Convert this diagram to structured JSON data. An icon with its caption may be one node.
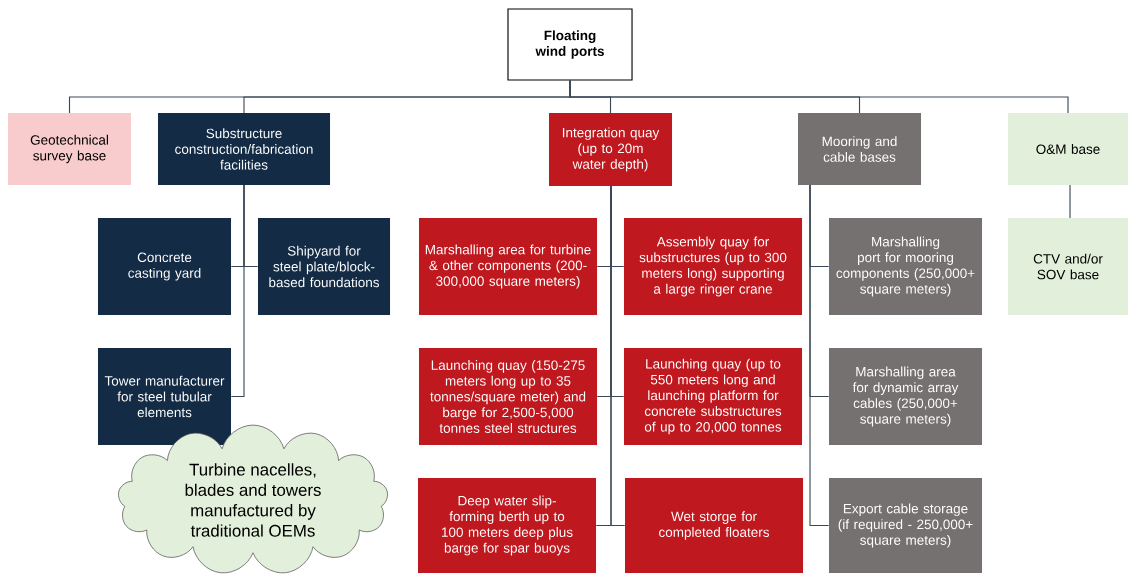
{
  "diagram": {
    "nodes": [
      {
        "text": [
          "Floating wind ports"
        ]
      },
      {
        "text": [
          "Geotechnical survey base"
        ]
      },
      {
        "text": [
          "Substructure construction/fabrication facilities"
        ]
      },
      {
        "text": [
          "Integration quay (up to 20m water depth)"
        ]
      },
      {
        "text": [
          "Mooring and cable bases"
        ]
      },
      {
        "text": [
          "O&M base"
        ]
      },
      {
        "text": [
          "Concrete casting yard"
        ]
      },
      {
        "text": [
          "Shipyard for steel plate/block-based foundations"
        ]
      },
      {
        "text": [
          "Tower manufacturer for steel tubular elements"
        ]
      },
      {
        "text": [
          "Marshalling area for turbine & other components (200-300,000 square meters)"
        ]
      },
      {
        "text": [
          "Assembly quay for substructures (up to 300 meters long) supporting a large ringer crane"
        ]
      },
      {
        "text": [
          "Launching quay (150-275 meters long up to 35 tonnes/square meter) and barge for 2,500-5,000 tonnes steel structures"
        ]
      },
      {
        "text": [
          "Launching quay (up to 550 meters long and launching platform for concrete substructures of up to 20,000 tonnes"
        ]
      },
      {
        "text": [
          "Deep water slip-forming berth up to 100 meters deep plus barge for spar buoys"
        ]
      },
      {
        "text": [
          "Wet storge for completed floaters"
        ]
      },
      {
        "text": [
          "Marshalling port for mooring components (250,000+ square meters)"
        ]
      },
      {
        "text": [
          "Marshalling area for dynamic array cables (250,000+ square meters)"
        ]
      },
      {
        "text": [
          "Export cable storage (if required - 250,000+ square meters)"
        ]
      },
      {
        "text": [
          "CTV and/or SOV base"
        ]
      },
      {
        "text": [
          "Turbine nacelles, blades and towers manufactured by traditional OEMs"
        ]
      }
    ],
    "edges": [
      {
        "from": 0,
        "to": 1,
        "arrow": "none"
      },
      {
        "from": 0,
        "to": 2,
        "arrow": "none"
      },
      {
        "from": 0,
        "to": 3,
        "arrow": "none"
      },
      {
        "from": 0,
        "to": 4,
        "arrow": "none"
      },
      {
        "from": 0,
        "to": 5,
        "arrow": "none"
      },
      {
        "from": 2,
        "to": 6,
        "arrow": "none"
      },
      {
        "from": 2,
        "to": 7,
        "arrow": "none"
      },
      {
        "from": 2,
        "to": 8,
        "arrow": "none"
      },
      {
        "from": 3,
        "to": 9,
        "arrow": "none"
      },
      {
        "from": 3,
        "to": 10,
        "arrow": "none"
      },
      {
        "from": 3,
        "to": 11,
        "arrow": "none"
      },
      {
        "from": 3,
        "to": 12,
        "arrow": "none"
      },
      {
        "from": 3,
        "to": 13,
        "arrow": "none"
      },
      {
        "from": 3,
        "to": 14,
        "arrow": "none"
      },
      {
        "from": 4,
        "to": 15,
        "arrow": "none"
      },
      {
        "from": 4,
        "to": 16,
        "arrow": "none"
      },
      {
        "from": 4,
        "to": 17,
        "arrow": "none"
      },
      {
        "from": 5,
        "to": 18,
        "arrow": "none"
      }
    ]
  }
}
